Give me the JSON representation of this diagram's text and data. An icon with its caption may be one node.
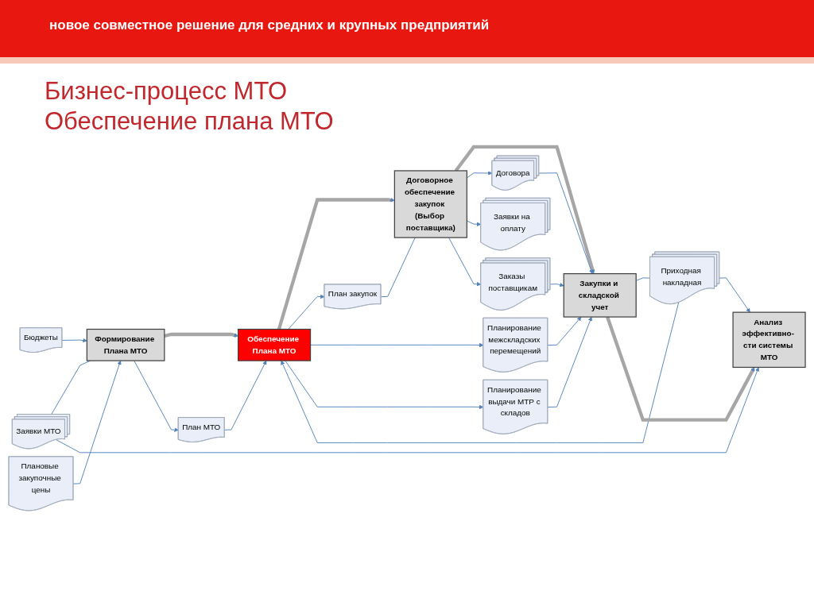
{
  "diagram": {
    "title": "Бизнес-процесс МТО Обеспечение плана МТО",
    "nodes": [
      {
        "text": [
          "Бюджеты"
        ]
      },
      {
        "text": [
          "Плановые закупочные цены"
        ]
      },
      {
        "text": [
          "Заявки МТО"
        ]
      },
      {
        "text": [
          "Формирование Плана МТО"
        ]
      },
      {
        "text": [
          "План МТО"
        ]
      },
      {
        "text": [
          "Обеспечение Плана МТО"
        ]
      },
      {
        "text": [
          "План закупок"
        ]
      },
      {
        "text": [
          "Планирование межскладских перемещений"
        ]
      },
      {
        "text": [
          "Планирование выдачи МТР с складов"
        ]
      },
      {
        "text": [
          "Договорное обеспечение закупок (Выбор поставщика)"
        ]
      },
      {
        "text": [
          "Договора"
        ]
      },
      {
        "text": [
          "Заявки на оплату"
        ]
      },
      {
        "text": [
          "Заказы поставщикам"
        ]
      },
      {
        "text": [
          "Приходная накладная"
        ]
      },
      {
        "text": [
          "Закупки и складской учет"
        ]
      },
      {
        "text": [
          "Анализ эффективно- сти системы МТО"
        ]
      }
    ],
    "edges": [
      {
        "from": 0,
        "to": 3,
        "arrow": "to"
      },
      {
        "from": 1,
        "to": 3,
        "arrow": "to"
      },
      {
        "from": 2,
        "to": 3,
        "arrow": "none"
      },
      {
        "from": 2,
        "to": 15,
        "arrow": "to"
      },
      {
        "from": 3,
        "to": 5,
        "arrow": "to",
        "style": "thick",
        "color": "#a6a6a6"
      },
      {
        "from": 3,
        "to": 4,
        "arrow": "to"
      },
      {
        "from": 4,
        "to": 5,
        "arrow": "to"
      },
      {
        "from": 5,
        "to": 9,
        "arrow": "to",
        "style": "thick",
        "color": "#a6a6a6"
      },
      {
        "from": 5,
        "to": 6,
        "arrow": "to"
      },
      {
        "from": 5,
        "to": 7,
        "arrow": "to"
      },
      {
        "from": 5,
        "to": 8,
        "arrow": "to"
      },
      {
        "from": 6,
        "to": 9,
        "arrow": "none"
      },
      {
        "from": 9,
        "to": 14,
        "arrow": "to",
        "style": "thick",
        "color": "#a6a6a6"
      },
      {
        "from": 9,
        "to": 10,
        "arrow": "to"
      },
      {
        "from": 9,
        "to": 11,
        "arrow": "to"
      },
      {
        "from": 9,
        "to": 12,
        "arrow": "to"
      },
      {
        "from": 10,
        "to": 14,
        "arrow": "to"
      },
      {
        "from": 12,
        "to": 14,
        "arrow": "to"
      },
      {
        "from": 7,
        "to": 14,
        "arrow": "to"
      },
      {
        "from": 8,
        "to": 14,
        "arrow": "to"
      },
      {
        "from": 14,
        "to": 13,
        "arrow": "none"
      },
      {
        "from": 13,
        "to": 5,
        "arrow": "to"
      },
      {
        "from": 13,
        "to": 15,
        "arrow": "to"
      },
      {
        "from": 14,
        "to": 15,
        "arrow": "to",
        "style": "thick",
        "color": "#a6a6a6"
      }
    ],
    "labels": [
      "новое совместное решение для средних и крупных предприятий"
    ]
  }
}
